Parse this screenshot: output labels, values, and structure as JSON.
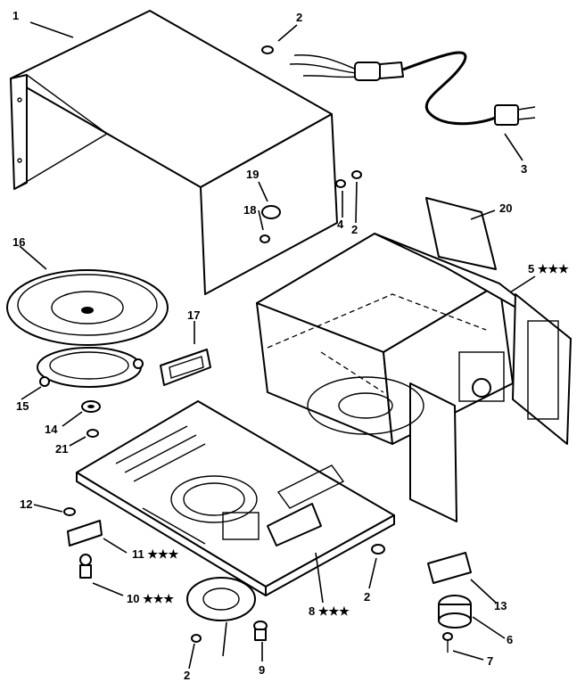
{
  "callouts": {
    "c1": "1",
    "c2_top": "2",
    "c3": "3",
    "c19": "19",
    "c18": "18",
    "c4": "4",
    "c2_mid": "2",
    "c20": "20",
    "c16": "16",
    "c5": "5 ★★★",
    "c17": "17",
    "c15": "15",
    "c14": "14",
    "c21": "21",
    "c12": "12",
    "c11": "11 ★★★",
    "c10": "10 ★★★",
    "c8": "8 ★★★",
    "c2_low": "2",
    "c13": "13",
    "c6": "6",
    "c7": "7",
    "c2_bottom": "2",
    "c9": "9"
  }
}
